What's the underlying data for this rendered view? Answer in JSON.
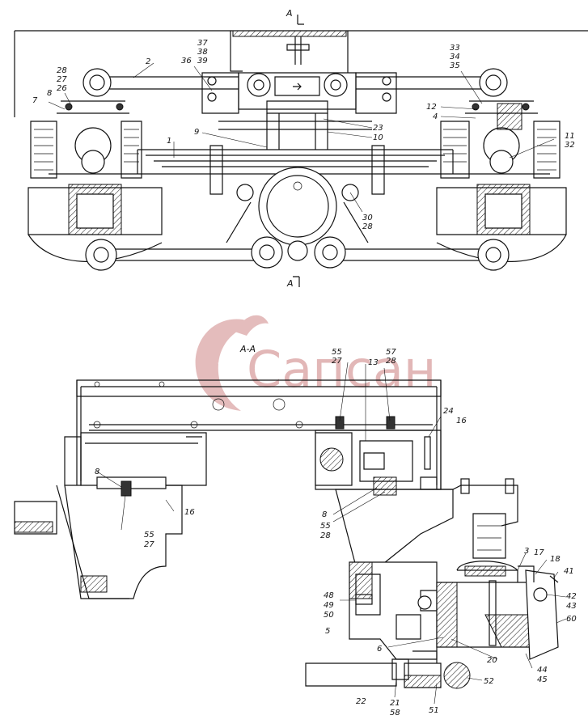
{
  "section_marks": {
    "top": "A",
    "bottom": "A"
  },
  "section_title": "A-A",
  "watermark": {
    "text": "Сапсан"
  },
  "top_labels": {
    "l2": "2",
    "l37": "37",
    "l38": "38",
    "l39": "39",
    "l36": "36",
    "l33": "33",
    "l34": "34",
    "l35": "35",
    "l28": "28",
    "l27": "27",
    "l26": "26",
    "l8": "8",
    "l7": "7",
    "l12": "12",
    "l4": "4",
    "l23": "23",
    "l10": "10",
    "l9": "9",
    "l1": "1",
    "l11": "11",
    "l32": "32",
    "l30": "30",
    "l28b": "28"
  },
  "bottom_labels": {
    "l55a": "55",
    "l27a": "27",
    "l57": "57",
    "l28c": "28",
    "l13": "13",
    "l24": "24",
    "l16a": "16",
    "l8a": "8",
    "l55b": "55",
    "l27b": "27",
    "l16b": "16",
    "l8b": "8",
    "l55c": "55",
    "l28d": "28",
    "l3": "3",
    "l17": "17",
    "l18": "18",
    "l41": "41",
    "l42": "42",
    "l43": "43",
    "l48": "48",
    "l49": "49",
    "l50": "50",
    "l60": "60",
    "l5": "5",
    "l6": "6",
    "l20": "20",
    "l44": "44",
    "l45": "45",
    "l52": "52",
    "l22": "22",
    "l21": "21",
    "l58": "58",
    "l51": "51"
  }
}
